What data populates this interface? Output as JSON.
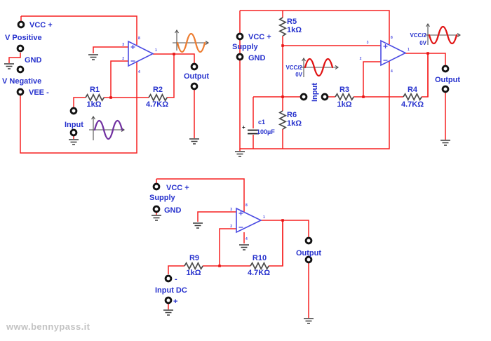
{
  "watermark": "www.bennypass.it",
  "pins": {
    "in_plus": "3",
    "in_minus": "2",
    "out": "1",
    "v_plus": "8",
    "v_minus": "4"
  },
  "colors": {
    "wire_red": "#f62020",
    "label_blue": "#2631cd",
    "opamp_blue": "#4a4ae2",
    "terminal_black": "#121212",
    "resistor_gray": "#4b4b4b",
    "sine_purple": "#7030a0",
    "sine_orange": "#ed7d31",
    "sine_red": "#e01212",
    "watermark_gray": "#c3c3c3"
  },
  "circuit1": {
    "vcc": "VCC +",
    "v_positive": "V Positive",
    "gnd": "GND",
    "v_negative": "V Negative",
    "vee": "VEE -",
    "r1_name": "R1",
    "r1_value": "1kΩ",
    "r2_name": "R2",
    "r2_value": "4.7KΩ",
    "input": "Input",
    "output": "Output"
  },
  "circuit2": {
    "vcc": "VCC +",
    "supply": "Supply",
    "gnd": "GND",
    "r5_name": "R5",
    "r5_value": "1kΩ",
    "r6_name": "R6",
    "r6_value": "1kΩ",
    "c1_name": "c1",
    "c1_value": "100µF",
    "c1_polarity": "+",
    "input": "Input",
    "r3_name": "R3",
    "r3_value": "1kΩ",
    "r4_name": "R4",
    "r4_value": "4.7KΩ",
    "in_wave_top": "VCC/2",
    "in_wave_bottom": "0V",
    "out_wave_top": "VCC/2",
    "out_wave_bottom": "0V",
    "output": "Output"
  },
  "circuit3": {
    "vcc": "VCC +",
    "supply": "Supply",
    "gnd": "GND",
    "r9_name": "R9",
    "r9_value": "1kΩ",
    "r10_name": "R10",
    "r10_value": "4.7KΩ",
    "input": "Input DC",
    "input_minus": "-",
    "input_plus": "+",
    "output": "Output"
  }
}
